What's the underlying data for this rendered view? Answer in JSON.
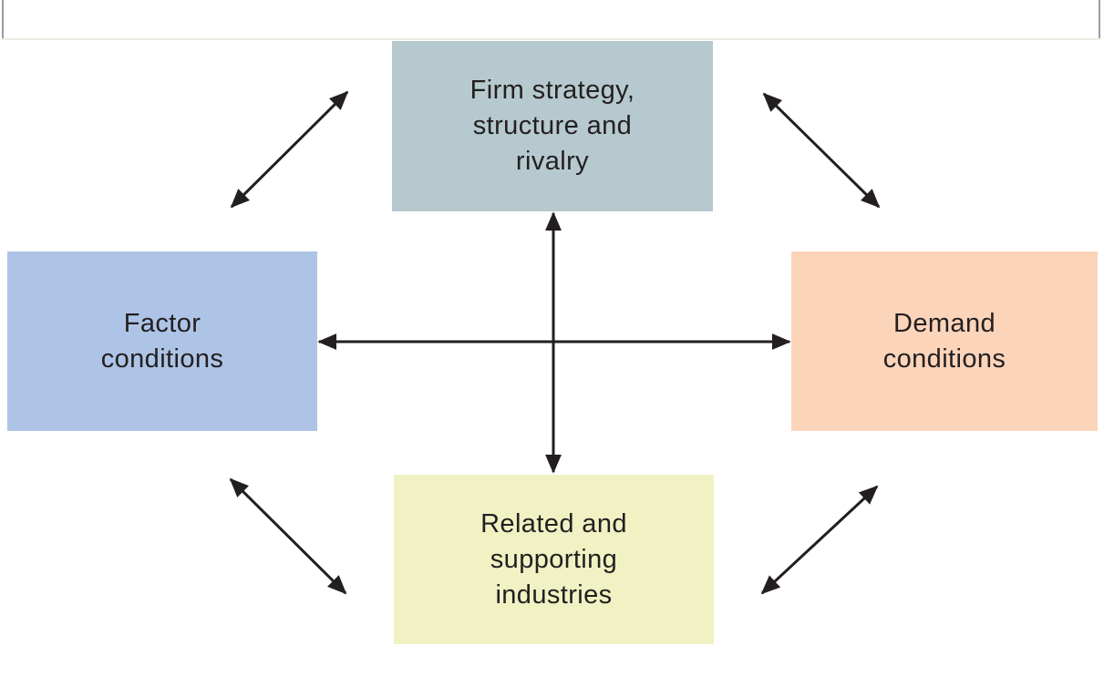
{
  "diagram": {
    "name": "porter-diamond-model",
    "text_color": "#231f20",
    "arrow_color": "#231f20",
    "boxes": {
      "top": {
        "label": "Firm strategy,\nstructure and\nrivalry",
        "bg": "#b6c9ce"
      },
      "left": {
        "label": "Factor\nconditions",
        "bg": "#aec4e6"
      },
      "right": {
        "label": "Demand\nconditions",
        "bg": "#fbd4ba"
      },
      "bottom": {
        "label": "Related and\nsupporting\nindustries",
        "bg": "#f0f2c4"
      }
    },
    "connections": [
      {
        "from": "factor-conditions",
        "to": "firm-strategy-structure-rivalry",
        "style": "double-headed-arrow"
      },
      {
        "from": "firm-strategy-structure-rivalry",
        "to": "demand-conditions",
        "style": "double-headed-arrow"
      },
      {
        "from": "factor-conditions",
        "to": "demand-conditions",
        "style": "double-headed-arrow"
      },
      {
        "from": "firm-strategy-structure-rivalry",
        "to": "related-supporting-industries",
        "style": "double-headed-arrow"
      },
      {
        "from": "factor-conditions",
        "to": "related-supporting-industries",
        "style": "double-headed-arrow"
      },
      {
        "from": "related-supporting-industries",
        "to": "demand-conditions",
        "style": "double-headed-arrow"
      }
    ],
    "frame": {
      "edge_color": "#9d9d9d",
      "rule_color": "#e9efe4"
    }
  }
}
